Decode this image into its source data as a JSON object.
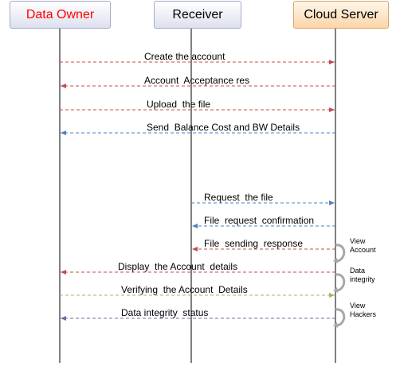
{
  "actors": [
    {
      "id": "owner",
      "label": "Data Owner",
      "color": "#ff0000"
    },
    {
      "id": "receiver",
      "label": "Receiver",
      "color": "#000000"
    },
    {
      "id": "cloud",
      "label": "Cloud Server",
      "color": "#000000"
    }
  ],
  "messages": [
    {
      "label": "Create the account",
      "from": "owner",
      "to": "cloud",
      "color": "#c0504d"
    },
    {
      "label": "Account  Acceptance res",
      "from": "cloud",
      "to": "owner",
      "color": "#c0504d"
    },
    {
      "label": "Upload  the file",
      "from": "owner",
      "to": "cloud",
      "color": "#c0504d"
    },
    {
      "label": "Send  Balance Cost and BW Details",
      "from": "cloud",
      "to": "owner",
      "color": "#4f81bd"
    },
    {
      "label": "Request  the file",
      "from": "receiver",
      "to": "cloud",
      "color": "#4f81bd"
    },
    {
      "label": "File  request  confirmation",
      "from": "cloud",
      "to": "receiver",
      "color": "#4f81bd"
    },
    {
      "label": "File  sending  response",
      "from": "cloud",
      "to": "receiver",
      "color": "#c0504d"
    },
    {
      "label": "Display  the Account  details",
      "from": "cloud",
      "to": "owner",
      "color": "#c0504d"
    },
    {
      "label": "Verifying  the Account  Details",
      "from": "owner",
      "to": "cloud",
      "color": "#9bbb59"
    },
    {
      "label": "Data integrity  status",
      "from": "cloud",
      "to": "owner",
      "color": "#8064a2"
    }
  ],
  "self_notes": [
    {
      "lines": [
        "View",
        "Account"
      ]
    },
    {
      "lines": [
        "Data",
        "integrity"
      ]
    },
    {
      "lines": [
        "View",
        "Hackers"
      ]
    }
  ]
}
